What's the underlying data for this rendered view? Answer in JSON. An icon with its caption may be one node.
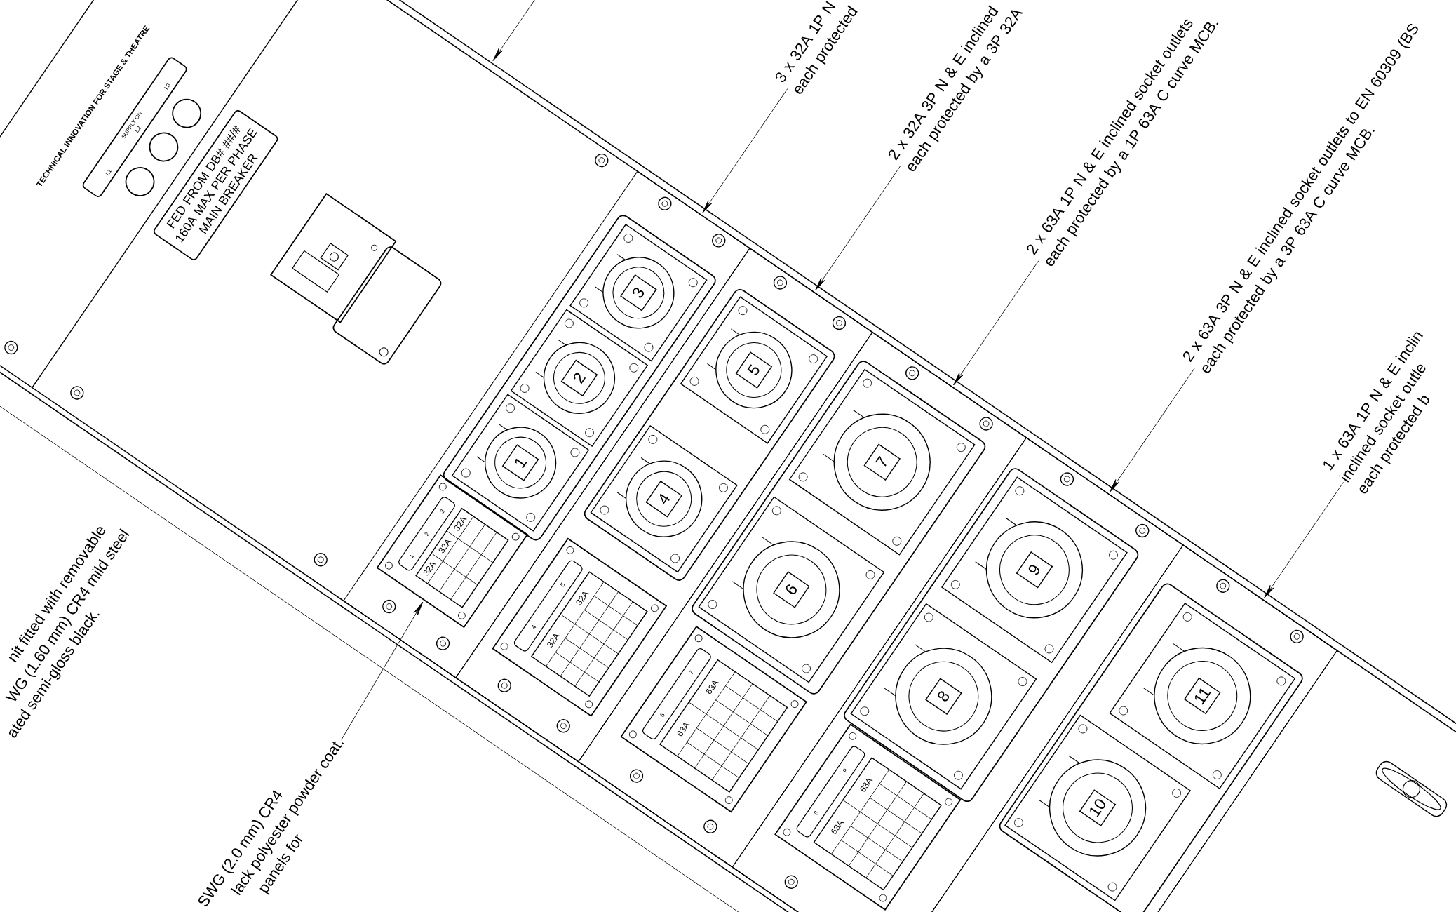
{
  "diagram": {
    "nodes": [
      {
        "text": [
          "3 x 32A 1P N each protected"
        ]
      },
      {
        "text": [
          "2 x 32A 3P N & E inclined each protected by a 3P 32A"
        ]
      },
      {
        "text": [
          "2 x 63A 1P N & E inclined socket outlets each protected by a 1P 63A C curve MCB."
        ]
      },
      {
        "text": [
          "2 x 63A 3P N & E inclined socket outlets to EN 60309 (BS each protected by a 3P 63A C curve MCB."
        ]
      },
      {
        "text": [
          "1 x 63A 1P N & E inclin inclined socket outle each protected b"
        ]
      },
      {
        "text": [
          "SWG (2.0 mm) CR4",
          "lack polyester powder coat.",
          "panels for"
        ]
      },
      {
        "text": [
          "FED FROM DB# ##/# 160A MAX PER PHASE MAIN BREAKER"
        ]
      },
      {
        "text": [
          "L1",
          "SUPPLY ON",
          "L2",
          "L3"
        ]
      },
      {
        "text": [],
        "shape": "box"
      },
      {
        "text": [
          "1"
        ],
        "in": 8
      },
      {
        "text": [
          "2"
        ],
        "in": 8
      },
      {
        "text": [
          "3"
        ],
        "in": 8
      },
      {
        "text": [],
        "shape": "box",
        "in": 8
      },
      {
        "text": [],
        "shape": "box"
      },
      {
        "text": [
          "4"
        ],
        "in": 13
      },
      {
        "text": [
          "5"
        ],
        "in": 13
      },
      {
        "text": [],
        "shape": "box",
        "in": 13
      },
      {
        "text": [],
        "shape": "box"
      },
      {
        "text": [
          "6"
        ],
        "in": 17
      },
      {
        "text": [
          "7"
        ],
        "in": 17
      },
      {
        "text": [],
        "shape": "box",
        "in": 17
      },
      {
        "text": [],
        "shape": "box"
      },
      {
        "text": [
          "8"
        ],
        "in": 21
      },
      {
        "text": [
          "9"
        ],
        "in": 21
      },
      {
        "text": [],
        "shape": "box",
        "in": 21
      },
      {
        "text": [],
        "shape": "box"
      },
      {
        "text": [
          "10"
        ],
        "in": 25
      },
      {
        "text": [
          "11"
        ],
        "in": 25
      }
    ],
    "edges": [
      {
        "from": 0,
        "to": 8,
        "arrow": "to"
      },
      {
        "from": 1,
        "to": 13,
        "arrow": "to"
      },
      {
        "from": 2,
        "to": 17,
        "arrow": "to"
      },
      {
        "from": 3,
        "to": 21,
        "arrow": "to"
      },
      {
        "from": 4,
        "to": 25,
        "arrow": "to"
      },
      {
        "from": 5,
        "to": 12,
        "arrow": "to"
      }
    ],
    "labels": [
      "TECHNICAL INNOVATION FOR STAGE & THEATRE",
      "nit fitted with removable",
      "WG (1.60 mm) CR4 mild steel",
      "ated semi-gloss black.",
      "1",
      "2",
      "3",
      "32A",
      "32A",
      "32A",
      "4",
      "5",
      "32A",
      "32A",
      "6",
      "7",
      "63A",
      "63A",
      "8",
      "9",
      "63A",
      "63A"
    ]
  }
}
